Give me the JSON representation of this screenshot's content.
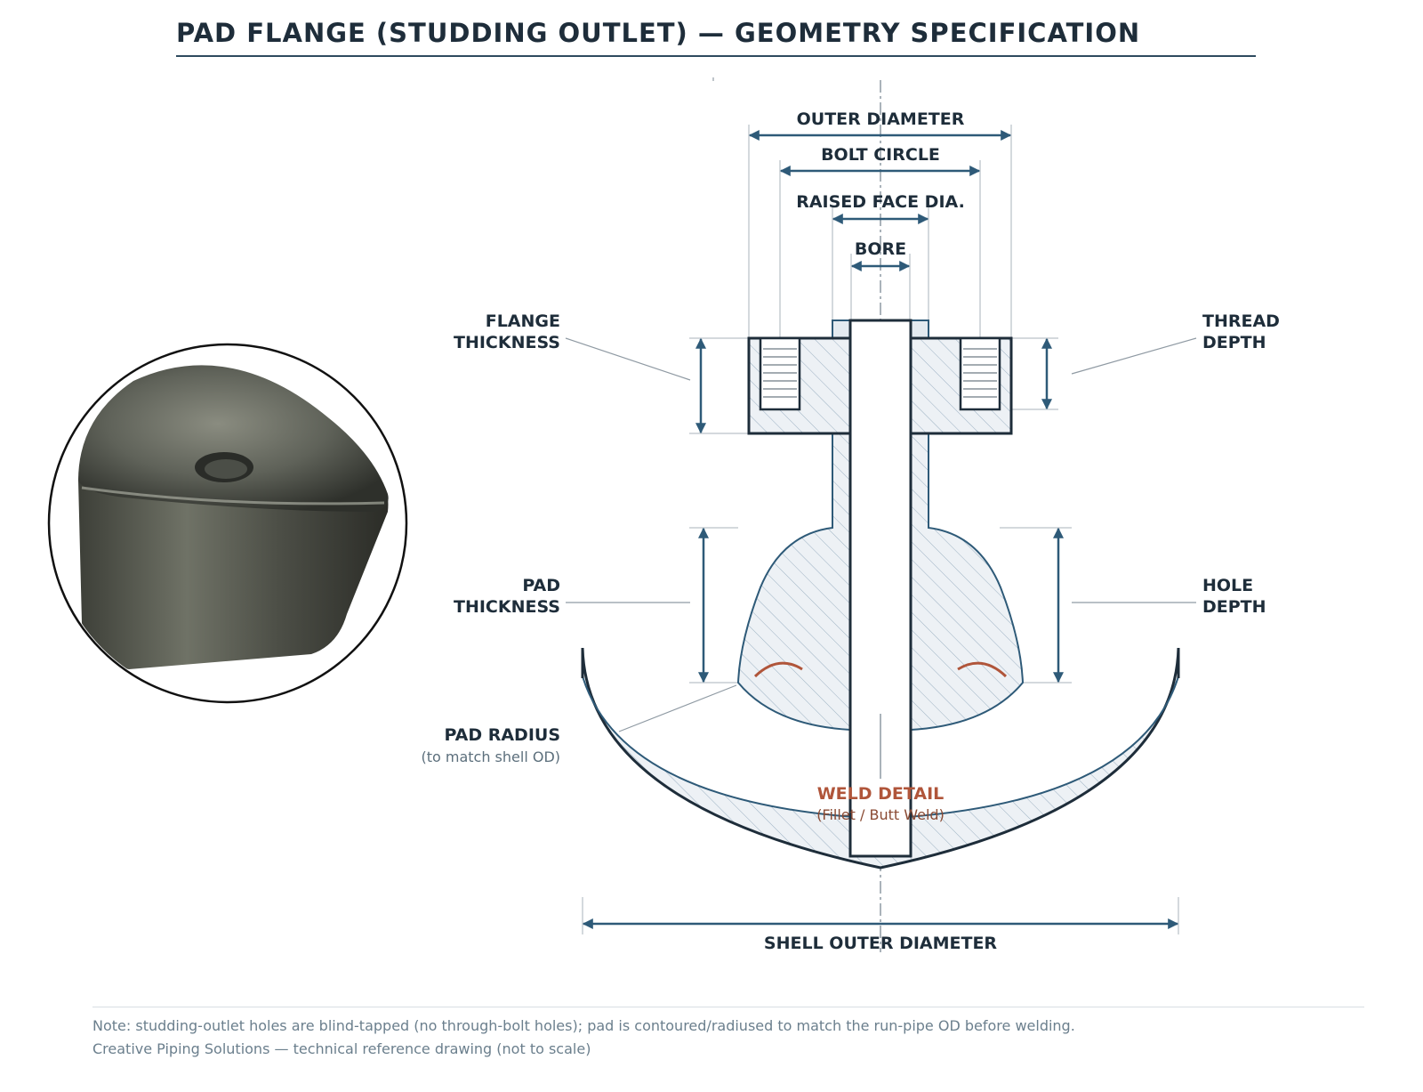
{
  "header": {
    "title": "PAD FLANGE (STUDDING OUTLET) — GEOMETRY SPECIFICATION"
  },
  "dimensions": {
    "outer_diameter": "OUTER DIAMETER",
    "bolt_circle": "BOLT CIRCLE",
    "raised_face_dia": "RAISED FACE DIA.",
    "bore": "BORE",
    "flange_thickness_line1": "FLANGE",
    "flange_thickness_line2": "THICKNESS",
    "thread_depth_line1": "THREAD",
    "thread_depth_line2": "DEPTH",
    "pad_thickness_line1": "PAD",
    "pad_thickness_line2": "THICKNESS",
    "hole_depth_line1": "HOLE",
    "hole_depth_line2": "DEPTH",
    "pad_radius": "PAD RADIUS",
    "pad_radius_note": "(to match shell OD)",
    "shell_outer_diameter": "SHELL OUTER DIAMETER"
  },
  "weld": {
    "label": "WELD DETAIL",
    "note": "(Fillet / Butt Weld)"
  },
  "footer": {
    "note1": "Note: studding-outlet holes are blind-tapped (no through-bolt holes); pad is contoured/radiused to match the run-pipe OD before welding.",
    "note2": "Creative Piping Solutions — technical reference drawing (not to scale)"
  },
  "colors": {
    "ink": "#1e2d3a",
    "dimension": "#2e5a78",
    "hatch_fill": "#edf1f5",
    "weld": "#b0553a"
  },
  "photo": {
    "icon": "pad-flange-photo-icon"
  }
}
